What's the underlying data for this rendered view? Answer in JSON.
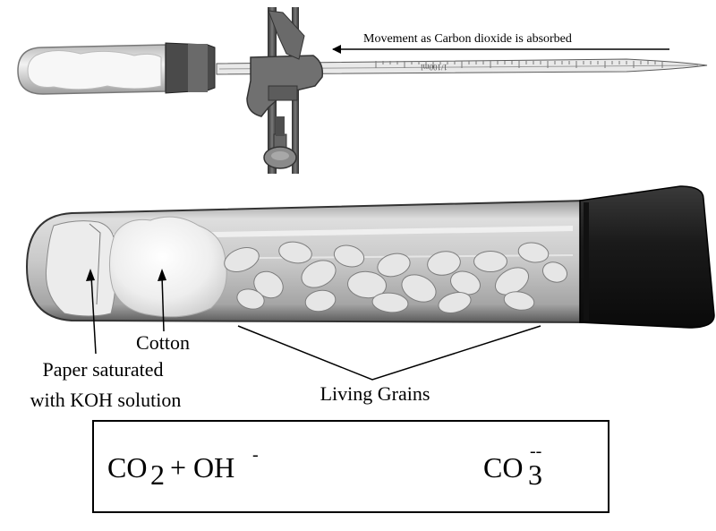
{
  "top_arrow_label": "Movement as Carbon dioxide is absorbed",
  "labels": {
    "cotton": "Cotton",
    "paper_line1": "Paper saturated",
    "paper_line2": "with KOH solution",
    "grains": "Living Grains"
  },
  "pipette_scale": "1/100ml",
  "equation": {
    "left_main": "CO",
    "left_sub": "2",
    "plus": "+ OH",
    "left_charge": "-",
    "right_main": "CO",
    "right_sub": "3",
    "right_charge": "--"
  },
  "colors": {
    "stopper": "#1c1c1c",
    "clamp": "#6e6e6e",
    "glass_edge": "#3a3a3a",
    "grain": "#e6e6e6",
    "cotton": "#f4f4f4"
  }
}
